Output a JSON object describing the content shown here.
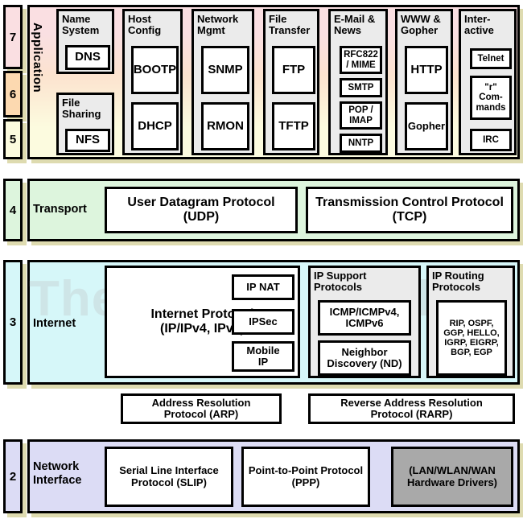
{
  "diagram": {
    "watermark": "The TCP/IP Guide",
    "colors": {
      "layer7": "#fadfe2",
      "layer6": "#fcd9b0",
      "layer5": "#fcfbdf",
      "layer4": "#ddf5dd",
      "layer3": "#d6f7f9",
      "layer2": "#dcdcf5",
      "group_fill": "#ebebeb",
      "hardware_fill": "#a9a9a9",
      "shadow": "#dedbb0"
    }
  },
  "layer_numbers": [
    {
      "label": "7",
      "color": "#fadfe2"
    },
    {
      "label": "6",
      "color": "#fcd9b0"
    },
    {
      "label": "5",
      "color": "#fcfbdf"
    },
    {
      "label": "4",
      "color": "#ddf5dd"
    },
    {
      "label": "3",
      "color": "#d6f7f9"
    },
    {
      "label": "2",
      "color": "#dcdcf5"
    }
  ],
  "application": {
    "name": "Application",
    "groups": [
      {
        "title": "Name\nSystem",
        "protocols": [
          {
            "label": "DNS"
          }
        ]
      },
      {
        "title": "File\nSharing",
        "protocols": [
          {
            "label": "NFS"
          }
        ]
      },
      {
        "title": "Host\nConfig",
        "protocols": [
          {
            "label": "BOOTP"
          },
          {
            "label": "DHCP"
          }
        ]
      },
      {
        "title": "Network\nMgmt",
        "protocols": [
          {
            "label": "SNMP"
          },
          {
            "label": "RMON"
          }
        ]
      },
      {
        "title": "File\nTransfer",
        "protocols": [
          {
            "label": "FTP"
          },
          {
            "label": "TFTP"
          }
        ]
      },
      {
        "title": "E-Mail &\nNews",
        "protocols": [
          {
            "label": "RFC822\n/ MIME"
          },
          {
            "label": "SMTP"
          },
          {
            "label": "POP /\nIMAP"
          },
          {
            "label": "NNTP"
          }
        ]
      },
      {
        "title": "WWW &\nGopher",
        "protocols": [
          {
            "label": "HTTP"
          },
          {
            "label": "Gopher"
          }
        ]
      },
      {
        "title": "Inter-\nactive",
        "protocols": [
          {
            "label": "Telnet"
          },
          {
            "label": "\"r\"\nCom-\nmands"
          },
          {
            "label": "IRC"
          }
        ]
      }
    ]
  },
  "transport": {
    "name": "Transport",
    "protocols": [
      {
        "label": "User Datagram Protocol\n(UDP)"
      },
      {
        "label": "Transmission Control Protocol\n(TCP)"
      }
    ]
  },
  "internet": {
    "name": "Internet",
    "ip_box": "Internet Protocol\n(IP/IPv4, IPv6)",
    "ip_side": [
      {
        "label": "IP NAT"
      },
      {
        "label": "IPSec"
      },
      {
        "label": "Mobile\nIP"
      }
    ],
    "support_group": {
      "title": "IP Support\nProtocols",
      "protocols": [
        {
          "label": "ICMP/ICMPv4,\nICMPv6"
        },
        {
          "label": "Neighbor\nDiscovery (ND)"
        }
      ]
    },
    "routing_group": {
      "title": "IP Routing\nProtocols",
      "protocols": [
        {
          "label": "RIP, OSPF,\nGGP, HELLO,\nIGRP, EIGRP,\nBGP, EGP"
        }
      ]
    }
  },
  "address_resolution": [
    {
      "label": "Address Resolution\nProtocol (ARP)"
    },
    {
      "label": "Reverse Address Resolution\nProtocol (RARP)"
    }
  ],
  "network_interface": {
    "name": "Network\nInterface",
    "protocols": [
      {
        "label": "Serial Line Interface\nProtocol (SLIP)",
        "style": "white"
      },
      {
        "label": "Point-to-Point Protocol\n(PPP)",
        "style": "white"
      },
      {
        "label": "(LAN/WLAN/WAN\nHardware Drivers)",
        "style": "gray"
      }
    ]
  }
}
